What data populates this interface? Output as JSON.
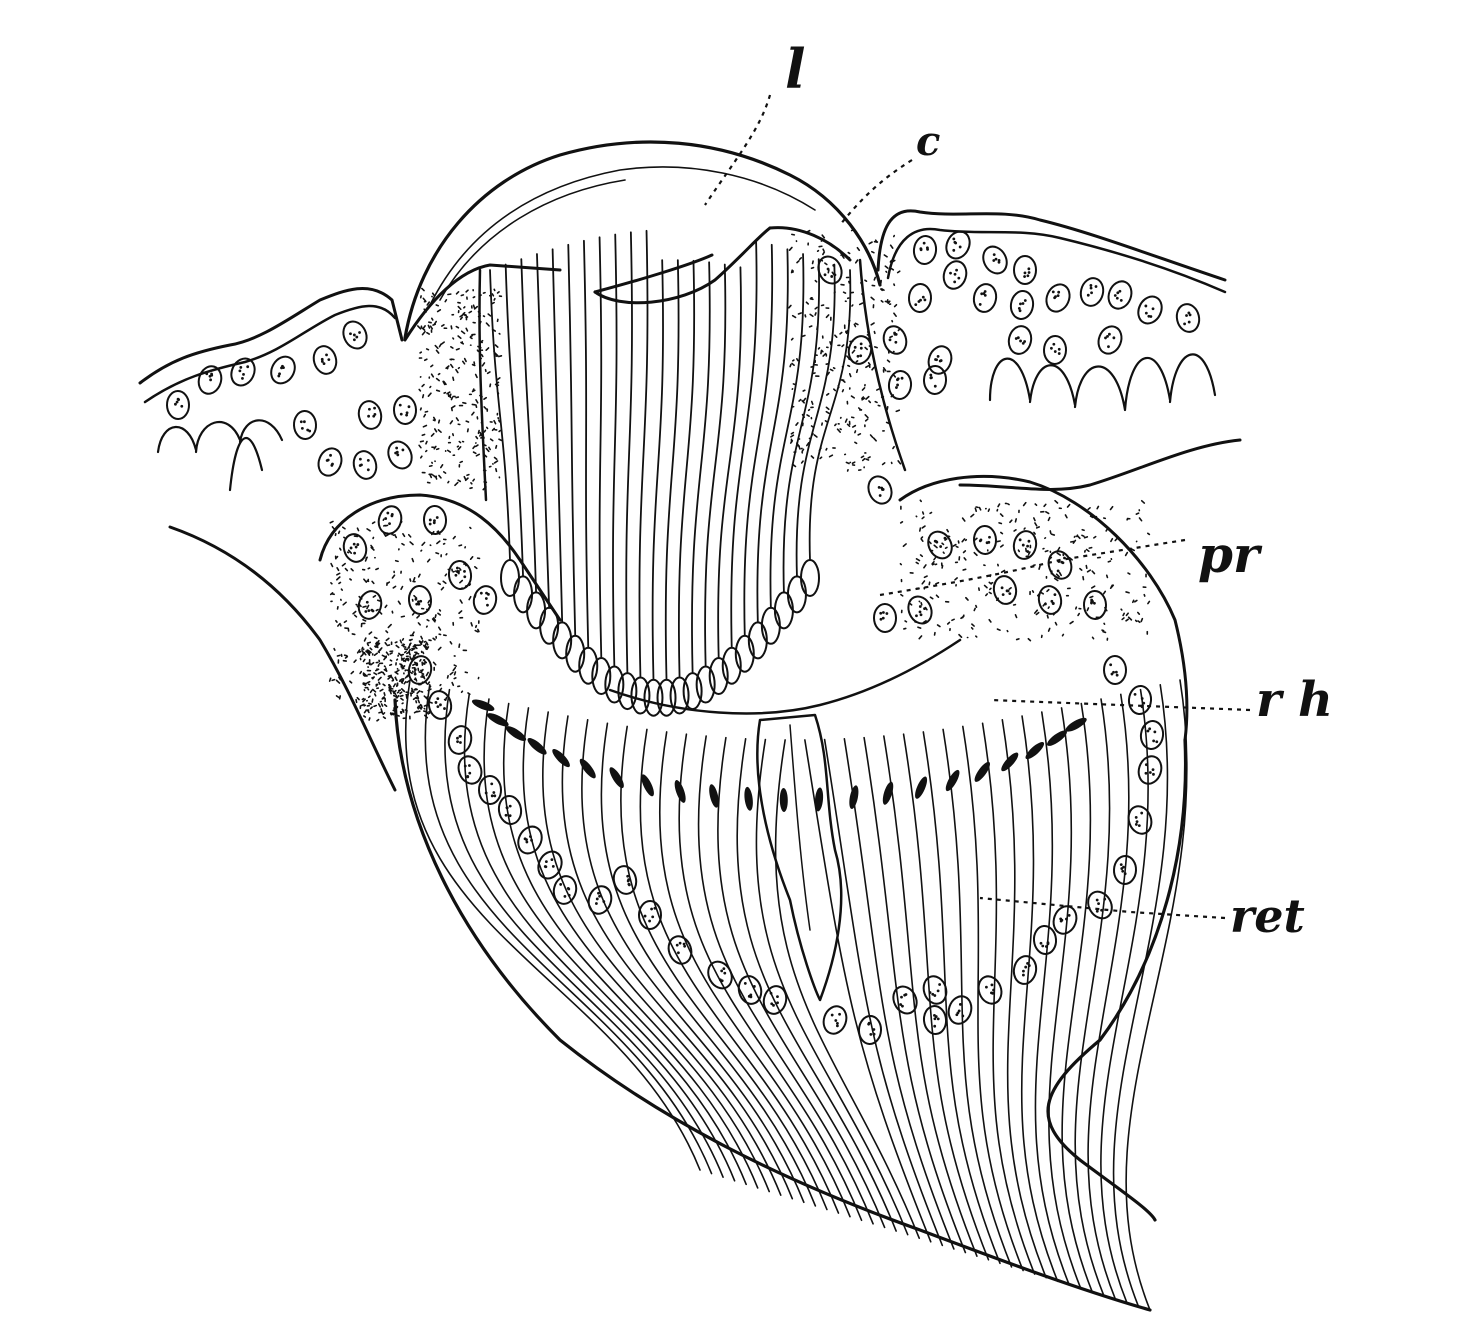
{
  "figure": {
    "background_color": "#ffffff",
    "ink_color": "#111111",
    "labels": [
      {
        "id": "l",
        "text": "l"
      },
      {
        "id": "c",
        "text": "c"
      },
      {
        "id": "pr",
        "text": "pr"
      },
      {
        "id": "rh",
        "text": "r h"
      },
      {
        "id": "ret",
        "text": "ret"
      }
    ]
  }
}
